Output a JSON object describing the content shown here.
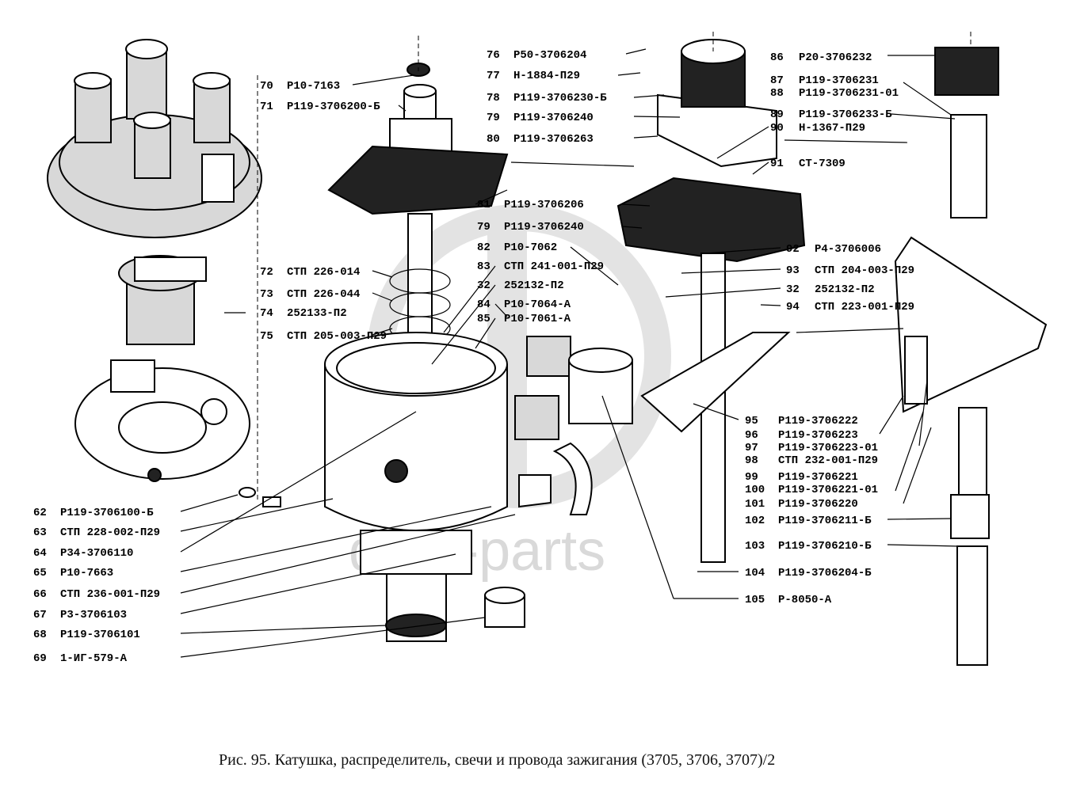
{
  "caption": "Рис. 95. Катушка, распределитель, свечи и провода зажигания (3705, 3706, 3707)/2",
  "watermark": "data-parts",
  "left_callouts": [
    {
      "num": "62",
      "part": "Р119-3706100-Б"
    },
    {
      "num": "63",
      "part": "СТП 228-002-П29"
    },
    {
      "num": "64",
      "part": "Р34-3706110"
    },
    {
      "num": "65",
      "part": "Р10-7663"
    },
    {
      "num": "66",
      "part": "СТП 236-001-П29"
    },
    {
      "num": "67",
      "part": "Р3-3706103"
    },
    {
      "num": "68",
      "part": "Р119-3706101"
    },
    {
      "num": "69",
      "part": "1-ИГ-579-А"
    }
  ],
  "upper_left_callouts": [
    {
      "num": "70",
      "part": "Р10-7163"
    },
    {
      "num": "71",
      "part": "Р119-3706200-Б"
    }
  ],
  "mid_left_callouts": [
    {
      "num": "72",
      "part": "СТП 226-014"
    },
    {
      "num": "73",
      "part": "СТП 226-044"
    },
    {
      "num": "74",
      "part": "252133-П2"
    },
    {
      "num": "75",
      "part": "СТП 205-003-П29"
    }
  ],
  "top_center_callouts": [
    {
      "num": "76",
      "part": "Р50-3706204"
    },
    {
      "num": "77",
      "part": "Н-1884-П29"
    },
    {
      "num": "78",
      "part": "Р119-3706230-Б"
    },
    {
      "num": "79",
      "part": "Р119-3706240"
    },
    {
      "num": "80",
      "part": "Р119-3706263"
    }
  ],
  "center_callouts": [
    {
      "num": "81",
      "part": "Р119-3706206"
    },
    {
      "num": "79",
      "part": "Р119-3706240"
    },
    {
      "num": "82",
      "part": "Р10-7062"
    },
    {
      "num": "83",
      "part": "СТП 241-001-П29"
    },
    {
      "num": "32",
      "part": "252132-П2"
    },
    {
      "num": "84",
      "part": "Р10-7064-А"
    },
    {
      "num": "85",
      "part": "Р10-7061-А"
    }
  ],
  "top_right_callouts": [
    {
      "num": "86",
      "part": "Р20-3706232"
    },
    {
      "num": "87",
      "part": "Р119-3706231"
    },
    {
      "num": "88",
      "part": "Р119-3706231-01"
    },
    {
      "num": "89",
      "part": "Р119-3706233-Б"
    },
    {
      "num": "90",
      "part": "Н-1367-П29"
    },
    {
      "num": "91",
      "part": "СТ-7309"
    }
  ],
  "right_mid_callouts": [
    {
      "num": "92",
      "part": "Р4-3706006"
    },
    {
      "num": "93",
      "part": "СТП 204-003-П29"
    },
    {
      "num": "32",
      "part": "252132-П2"
    },
    {
      "num": "94",
      "part": "СТП 223-001-П29"
    }
  ],
  "lower_right_callouts": [
    {
      "num": "95",
      "part": "Р119-3706222"
    },
    {
      "num": "96",
      "part": "Р119-3706223"
    },
    {
      "num": "97",
      "part": "Р119-3706223-01"
    },
    {
      "num": "98",
      "part": "СТП 232-001-П29"
    },
    {
      "num": "99",
      "part": "Р119-3706221"
    },
    {
      "num": "100",
      "part": "Р119-3706221-01"
    },
    {
      "num": "101",
      "part": "Р119-3706220"
    },
    {
      "num": "102",
      "part": "Р119-3706211-Б"
    },
    {
      "num": "103",
      "part": "Р119-3706210-Б"
    },
    {
      "num": "104",
      "part": "Р119-3706204-Б"
    },
    {
      "num": "105",
      "part": "Р-8050-А"
    }
  ]
}
